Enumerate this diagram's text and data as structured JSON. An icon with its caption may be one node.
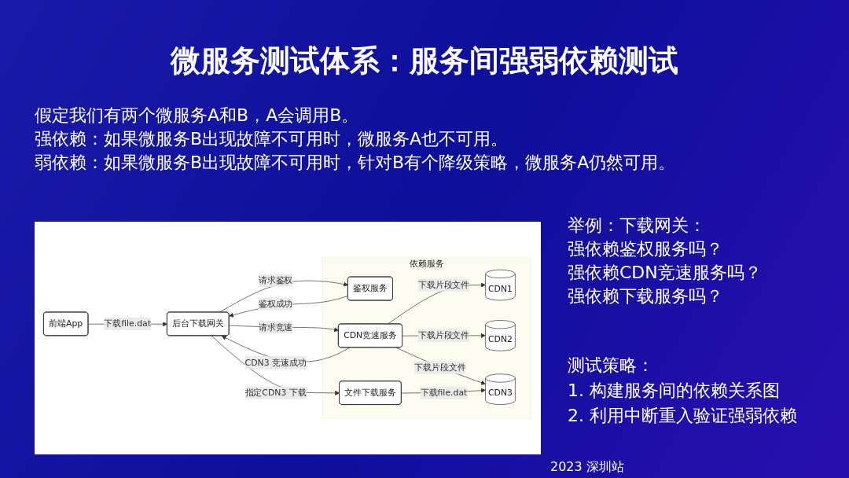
{
  "diagram": {
    "title": "微服务测试体系：服务间强弱依赖测试",
    "nodes": [
      {
        "text": [
          "前端App"
        ]
      },
      {
        "text": [
          "后台下载网关"
        ]
      },
      {
        "text": [
          "依赖服务"
        ]
      },
      {
        "text": [
          "鉴权服务"
        ],
        "in": 2
      },
      {
        "text": [
          "CDN竞速服务"
        ],
        "in": 2
      },
      {
        "text": [
          "文件下载服务"
        ],
        "in": 2
      },
      {
        "text": [
          "CDN1"
        ],
        "in": 2
      },
      {
        "text": [
          "CDN2"
        ],
        "in": 2
      },
      {
        "text": [
          "CDN3"
        ],
        "in": 2
      }
    ],
    "edges": [
      {
        "from": 0,
        "to": 1,
        "arrow": "to",
        "label": "下载file.dat"
      },
      {
        "from": 1,
        "to": 3,
        "arrow": "to",
        "label": "请求鉴权"
      },
      {
        "from": 3,
        "to": 1,
        "arrow": "to",
        "label": "鉴权成功"
      },
      {
        "from": 1,
        "to": 4,
        "arrow": "to",
        "label": "请求竞速"
      },
      {
        "from": 4,
        "to": 1,
        "arrow": "to",
        "label": "CDN3 竞速成功"
      },
      {
        "from": 1,
        "to": 5,
        "arrow": "to",
        "label": "指定CDN3 下载"
      },
      {
        "from": 4,
        "to": 6,
        "arrow": "to",
        "label": "下载片段文件"
      },
      {
        "from": 4,
        "to": 7,
        "arrow": "to",
        "label": "下载片段文件"
      },
      {
        "from": 4,
        "to": 8,
        "arrow": "to",
        "label": "下载片段文件"
      },
      {
        "from": 5,
        "to": 8,
        "arrow": "to",
        "label": "下载file.dat"
      }
    ],
    "labels": [
      "假定我们有两个微服务A和B，A会调用B。",
      "强依赖：如果微服务B出现故障不可用时，微服务A也不可用。",
      "弱依赖：如果微服务B出现故障不可用时，针对B有个降级策略，微服务A仍然可用。",
      "举例：下载网关：",
      "强依赖鉴权服务吗？",
      "强依赖CDN竞速服务吗？",
      "强依赖下载服务吗？",
      "测试策略：",
      "1. 构建服务间的依赖关系图",
      "2. 利用中断重入验证强弱依赖",
      "2023 深圳站"
    ]
  }
}
